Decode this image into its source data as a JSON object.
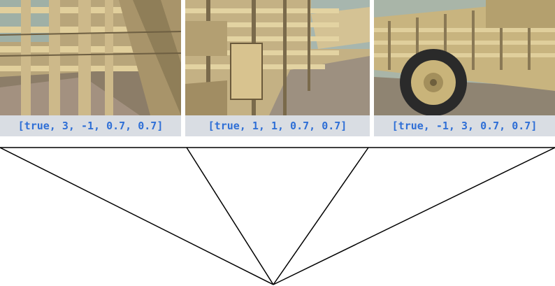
{
  "views": [
    {
      "caption": "[true, 3, -1, 0.7, 0.7]"
    },
    {
      "caption": "[true, 1, 1, 0.7, 0.7]"
    },
    {
      "caption": "[true, -1, 3, 0.7, 0.7]"
    }
  ]
}
